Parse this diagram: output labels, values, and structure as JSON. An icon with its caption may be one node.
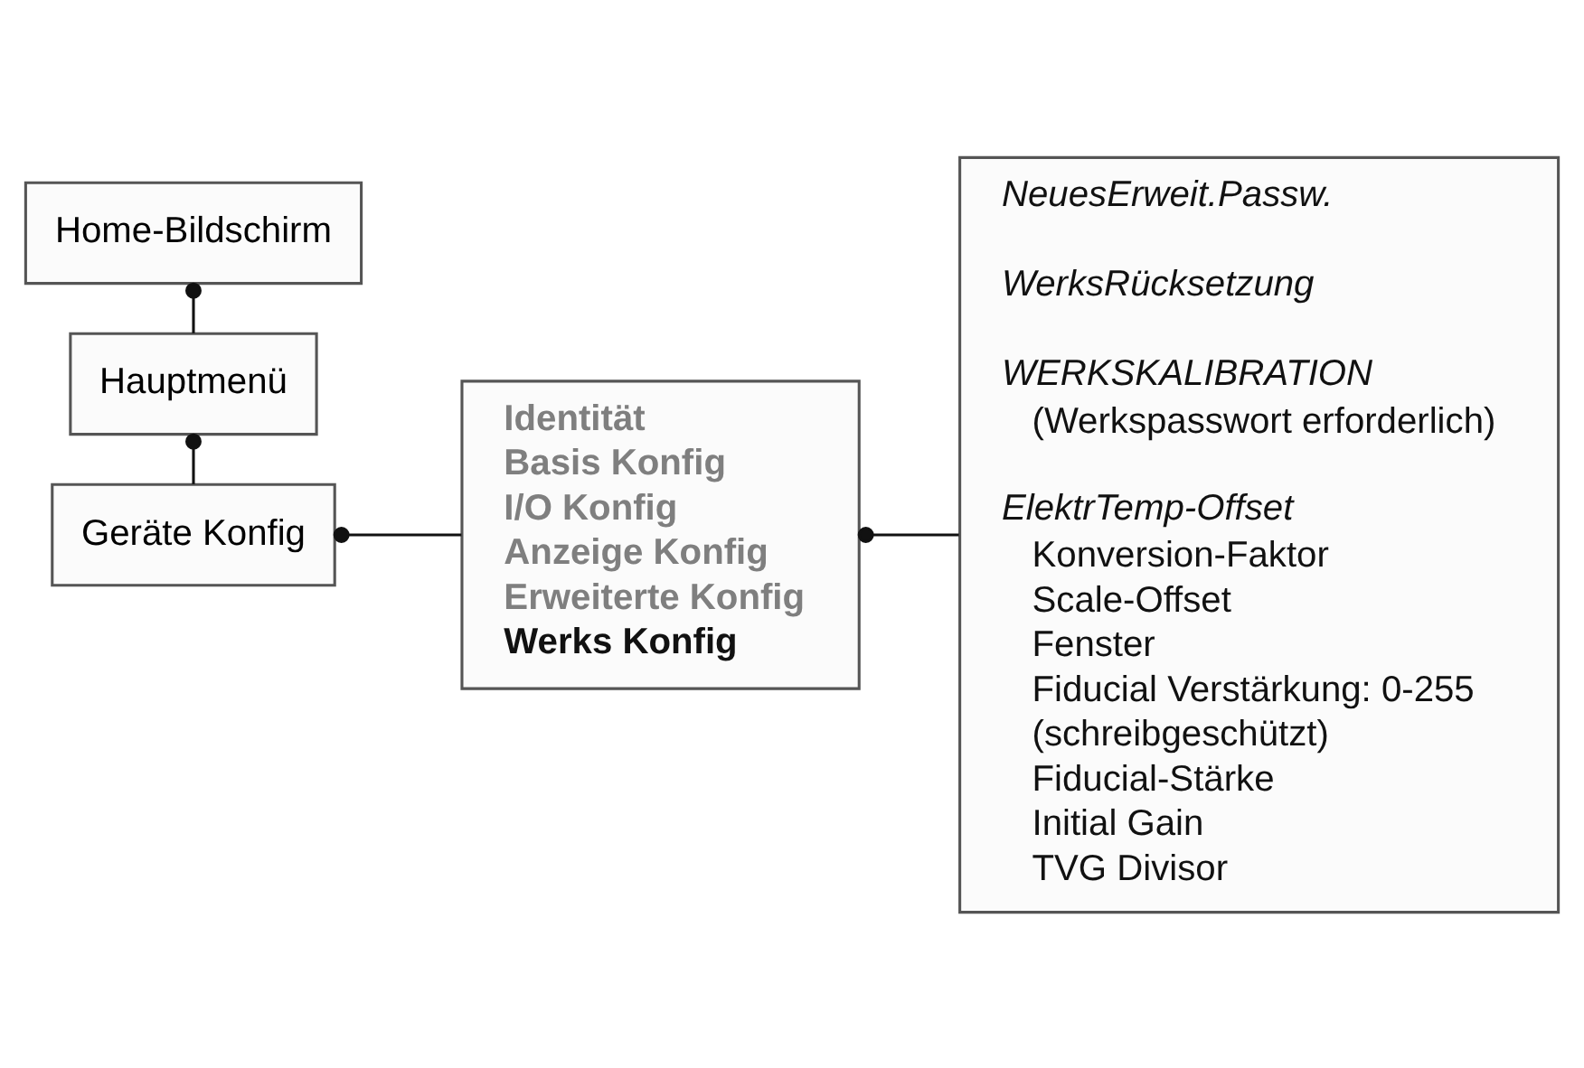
{
  "diagram": {
    "nodes": [
      {
        "text": [
          "Home-Bildschirm"
        ]
      },
      {
        "text": [
          "Hauptmenü"
        ]
      },
      {
        "text": [
          "Geräte Konfig"
        ]
      },
      {
        "text": [
          "Identität",
          "Basis Konfig",
          "I/O Konfig",
          "Anzeige Konfig",
          "Erweiterte Konfig",
          "Werks Konfig"
        ]
      },
      {
        "text": [
          "NeuesErweit.Passw.",
          "WerksRücksetzung",
          "WERKSKALIBRATION",
          "(Werkspasswort erforderlich)",
          "ElektrTemp-Offset",
          "Konversion-Faktor",
          "Scale-Offset",
          "Fenster",
          "Fiducial Verstärkung: 0-255",
          "(schreibgeschützt)",
          "Fiducial-Stärke",
          "Initial Gain",
          "TVG Divisor"
        ]
      }
    ],
    "edges": [
      {
        "from": 0,
        "to": 1,
        "arrow": "other"
      },
      {
        "from": 1,
        "to": 2,
        "arrow": "other"
      },
      {
        "from": 2,
        "to": 3,
        "arrow": "other"
      },
      {
        "from": 3,
        "to": 4,
        "arrow": "other"
      }
    ]
  }
}
